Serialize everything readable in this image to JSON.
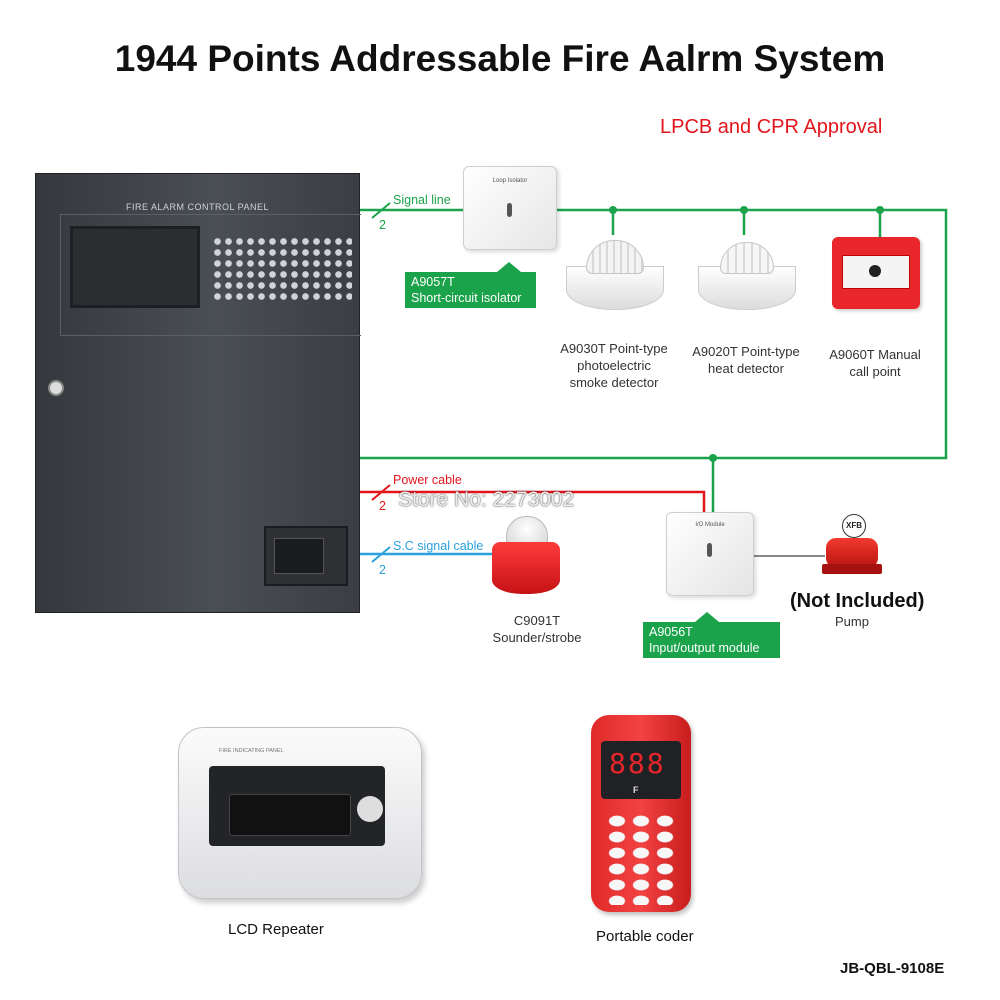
{
  "header": {
    "title": "1944 Points Addressable Fire Aalrm System",
    "approval": "LPCB and CPR Approval"
  },
  "panel": {
    "label": "FIRE ALARM CONTROL PANEL"
  },
  "wires": {
    "signal_line": {
      "label": "Signal line",
      "count": "2"
    },
    "power_cable": {
      "label": "Power cable",
      "count": "2"
    },
    "sc_signal_cable": {
      "label": "S.C signal cable",
      "count": "2"
    },
    "colors": {
      "signal": "#1aa34a",
      "power": "#e3151c",
      "sc": "#2ba0dd"
    }
  },
  "devices": {
    "isolator": {
      "model": "A9057T",
      "name": "Short-circuit isolator",
      "device_text": "Loop Isolator"
    },
    "smoke": {
      "line1": "A9030T Point-type",
      "line2": "photoelectric",
      "line3": "smoke detector"
    },
    "heat": {
      "line1": "A9020T Point-type",
      "line2": "heat detector"
    },
    "call_point": {
      "line1": "A9060T Manual",
      "line2": "call point"
    },
    "sounder": {
      "line1": "C9091T",
      "line2": "Sounder/strobe"
    },
    "io_module": {
      "model": "A9056T",
      "name": "Input/output module",
      "device_text": "I/O Module"
    },
    "pump": {
      "name": "Pump",
      "badge": "XFB",
      "note": "(Not Included)"
    }
  },
  "accessories": {
    "repeater": {
      "name": "LCD  Repeater",
      "device_text": "FIRE INDICATING PANEL"
    },
    "coder": {
      "name": "Portable coder",
      "display": "888",
      "brand": "F"
    }
  },
  "watermark": "Store No: 2273002",
  "footer": {
    "model": "JB-QBL-9108E"
  }
}
